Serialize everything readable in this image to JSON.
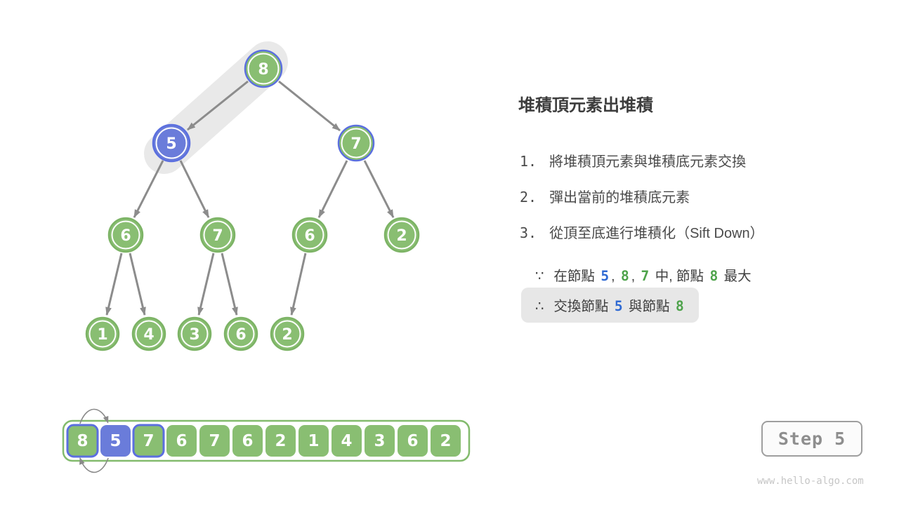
{
  "panel": {
    "title": "堆積頂元素出堆積",
    "steps": [
      {
        "num": "1.",
        "text": "將堆積頂元素與堆積底元素交換"
      },
      {
        "num": "2.",
        "text": "彈出當前的堆積底元素"
      },
      {
        "num": "3.",
        "text": "從頂至底進行堆積化（Sift Down）"
      }
    ],
    "because": {
      "symbol": "∵",
      "segments": [
        {
          "text": "在節點 ",
          "color": "default"
        },
        {
          "text": "5",
          "color": "blue"
        },
        {
          "text": ", ",
          "color": "default"
        },
        {
          "text": "8",
          "color": "green"
        },
        {
          "text": ", ",
          "color": "default"
        },
        {
          "text": "7",
          "color": "green"
        },
        {
          "text": " 中, 節點 ",
          "color": "default"
        },
        {
          "text": "8",
          "color": "green"
        },
        {
          "text": " 最大",
          "color": "default"
        }
      ]
    },
    "therefore": {
      "symbol": "∴",
      "segments": [
        {
          "text": "交換節點 ",
          "color": "default"
        },
        {
          "text": "5",
          "color": "blue"
        },
        {
          "text": " 與節點 ",
          "color": "default"
        },
        {
          "text": "8",
          "color": "green"
        }
      ]
    }
  },
  "tree": {
    "nodes": [
      {
        "value": "8",
        "highlight": "blue-ring"
      },
      {
        "value": "5",
        "highlight": "blue-fill"
      },
      {
        "value": "7",
        "highlight": "blue-ring"
      },
      {
        "value": "6",
        "highlight": "none"
      },
      {
        "value": "7",
        "highlight": "none"
      },
      {
        "value": "6",
        "highlight": "none"
      },
      {
        "value": "2",
        "highlight": "none"
      },
      {
        "value": "1",
        "highlight": "none"
      },
      {
        "value": "4",
        "highlight": "none"
      },
      {
        "value": "3",
        "highlight": "none"
      },
      {
        "value": "6",
        "highlight": "none"
      },
      {
        "value": "2",
        "highlight": "none"
      }
    ]
  },
  "array": {
    "cells": [
      {
        "value": "8",
        "style": "green-blue-border"
      },
      {
        "value": "5",
        "style": "blue"
      },
      {
        "value": "7",
        "style": "green-blue-border"
      },
      {
        "value": "6",
        "style": "green"
      },
      {
        "value": "7",
        "style": "green"
      },
      {
        "value": "6",
        "style": "green"
      },
      {
        "value": "2",
        "style": "green"
      },
      {
        "value": "1",
        "style": "green"
      },
      {
        "value": "4",
        "style": "green"
      },
      {
        "value": "3",
        "style": "green"
      },
      {
        "value": "6",
        "style": "green"
      },
      {
        "value": "2",
        "style": "green"
      }
    ]
  },
  "step_badge": {
    "label": "Step 5"
  },
  "watermark": {
    "text": "www.hello-algo.com"
  },
  "colors": {
    "node_green": "#89be72",
    "node_blue": "#6a7cda",
    "ring_blue": "#5b6fdf",
    "edge_gray": "#8c8c8c",
    "band_gray": "#e9e9e9",
    "text_blue": "#2f6ad3",
    "text_green": "#4ea34b",
    "highlight_box": "#e7e7e7"
  }
}
